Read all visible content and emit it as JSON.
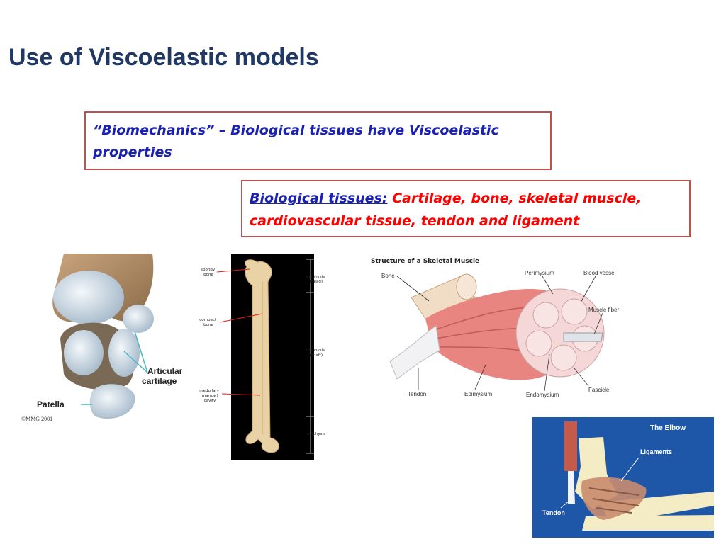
{
  "slide": {
    "title": "Use of Viscoelastic models",
    "box1_text": "“Biomechanics” – Biological tissues have Viscoelastic properties",
    "box2_lead": "Biological tissues:",
    "box2_rest": "Cartilage, bone, skeletal muscle, cardiovascular tissue, tendon and ligament"
  },
  "knee": {
    "label_articular": "Articular\ncartilage",
    "label_patella": "Patella",
    "credit": "©MMG 2001"
  },
  "femur": {
    "spongy": "spongy\nbone",
    "compact": "compact\nbone",
    "medullary": "medullary\n(marrow)\ncavity",
    "epiphysis_head": "epiphysis\n(head)",
    "diaphysis": "diaphysis\n(shaft)",
    "epiphysis": "epiphysis"
  },
  "muscle": {
    "title": "Structure of a Skeletal Muscle",
    "bone": "Bone",
    "perimysium": "Perimysium",
    "blood_vessel": "Blood vessel",
    "muscle_fiber": "Muscle fiber",
    "tendon": "Tendon",
    "epimysium": "Epimysium",
    "endomysium": "Endomysium",
    "fascicle": "Fascicle"
  },
  "elbow": {
    "title": "The Elbow",
    "ligaments": "Ligaments",
    "tendon": "Tendon"
  },
  "colors": {
    "title": "#1f3864",
    "box_border": "#c0504d",
    "blue_text": "#1a22b4",
    "red_text": "#ff0000",
    "elbow_bg": "#1f57a8"
  }
}
